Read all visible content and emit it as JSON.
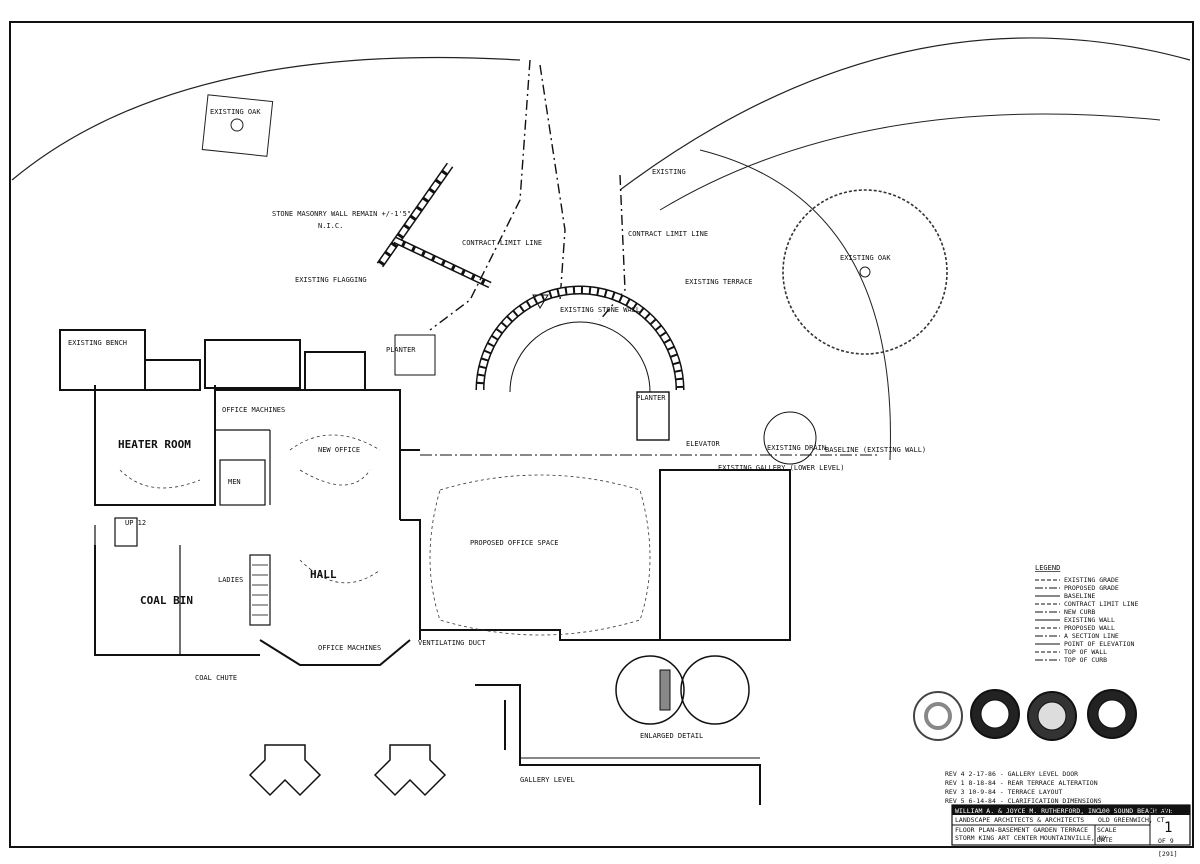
{
  "labels": {
    "existing_oak_top": "EXISTING OAK",
    "existing_oak_right": "EXISTING OAK",
    "stone_wall": "STONE MASONRY WALL REMAIN +/-1'5\"",
    "nic": "N.I.C.",
    "existing_flagging": "EXISTING FLAGGING",
    "contract_limit_line_left": "CONTRACT LIMIT LINE",
    "contract_limit_line_right": "CONTRACT LIMIT LINE",
    "existing_terrace": "EXISTING TERRACE",
    "existing": "EXISTING",
    "existing_stone_wall": "EXISTING STONE WALL",
    "existing_bench": "EXISTING BENCH",
    "heater_room": "HEATER ROOM",
    "office_machines_top": "OFFICE MACHINES",
    "new_office": "NEW OFFICE",
    "men": "MEN",
    "ladies": "LADIES",
    "hall": "HALL",
    "coal_bin": "COAL BIN",
    "office_machines_bottom": "OFFICE MACHINES",
    "proposed_office_space": "PROPOSED OFFICE SPACE",
    "existing_gallery": "EXISTING GALLERY (LOWER LEVEL)",
    "planter_left": "PLANTER",
    "planter_right": "PLANTER",
    "elevator": "ELEVATOR",
    "baseline": "BASELINE (EXISTING WALL)",
    "existing_drain": "EXISTING DRAIN",
    "up_12": "UP 12",
    "gallery_level": "GALLERY LEVEL",
    "enlarged_detail": "ENLARGED DETAIL",
    "ventilating": "VENTILATING DUCT",
    "coal_chute": "COAL CHUTE"
  },
  "legend": {
    "title": "LEGEND",
    "items": [
      "EXISTING GRADE",
      "PROPOSED GRADE",
      "BASELINE",
      "CONTRACT LIMIT LINE",
      "NEW CURB",
      "EXISTING WALL",
      "PROPOSED WALL",
      "A SECTION LINE",
      "POINT OF ELEVATION",
      "TOP OF WALL",
      "TOP OF CURB"
    ]
  },
  "revisions": [
    "REV 4  2-17-86 - GALLERY LEVEL DOOR",
    "REV 1  8-18-84 - REAR TERRACE ALTERATION",
    "REV 3  10-9-84 - TERRACE LAYOUT",
    "REV 5  6-14-84 - CLARIFICATION DIMENSIONS"
  ],
  "title_block": {
    "firm_line1": "WILLIAM A. & JOYCE M. RUTHERFORD, INC.",
    "firm_line2": "LANDSCAPE ARCHITECTS & ARCHITECTS",
    "address1": "100 SOUND BEACH AVE",
    "address2": "OLD GREENWICH, CT",
    "drawing_title": "FLOOR PLAN-BASEMENT GARDEN TERRACE",
    "project": "STORM KING ART CENTER",
    "location": "MOUNTAINVILLE, NY",
    "sheet_number": "1",
    "sheet_of": "OF 9",
    "scale_label": "SCALE",
    "date_label": "DATE",
    "sheet_label": "SHEET NO",
    "stamp_label": "[291]"
  }
}
